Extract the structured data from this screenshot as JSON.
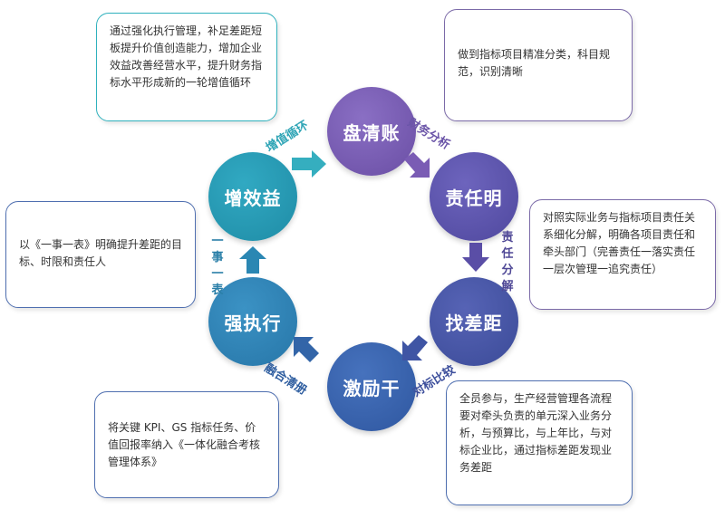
{
  "nodes": {
    "pancha": "盘清账",
    "zeren": "责任明",
    "zhaocha": "找差距",
    "jili": "激励干",
    "qiangzhi": "强执行",
    "zengxiao": "增效益"
  },
  "arrows": {
    "caiwu": "财务分析",
    "zerenfenjie": "责任分解",
    "duibiao": "对标比较",
    "ronghe": "融合清册",
    "yishi": "一事一表",
    "zengzhi": "增值循环"
  },
  "boxes": {
    "top_left": "通过强化执行管理，补足差距短板提升价值创造能力，增加企业效益改善经营水平，提升财务指标水平形成新的一轮增值循环",
    "top_right": "做到指标项目精准分类，科目规范，识别清晰",
    "middle_left": "以《一事一表》明确提升差距的目标、时限和责任人",
    "middle_right": "对照实际业务与指标项目责任关系细化分解，明确各项目责任和牵头部门（完善责任一落实责任一层次管理一追究责任）",
    "bottom_left": "将关键 KPI、GS 指标任务、价值回报率纳入《一体化融合考核管理体系》",
    "bottom_right": "全员参与，生产经营管理各流程要对牵头负责的单元深入业务分析，与预算比，与上年比，与对标企业比，通过指标差距发现业务差距"
  },
  "colors": {
    "teal": "#2fb1bd",
    "purple": "#7b6aa8",
    "blue": "#3f5fa8"
  }
}
